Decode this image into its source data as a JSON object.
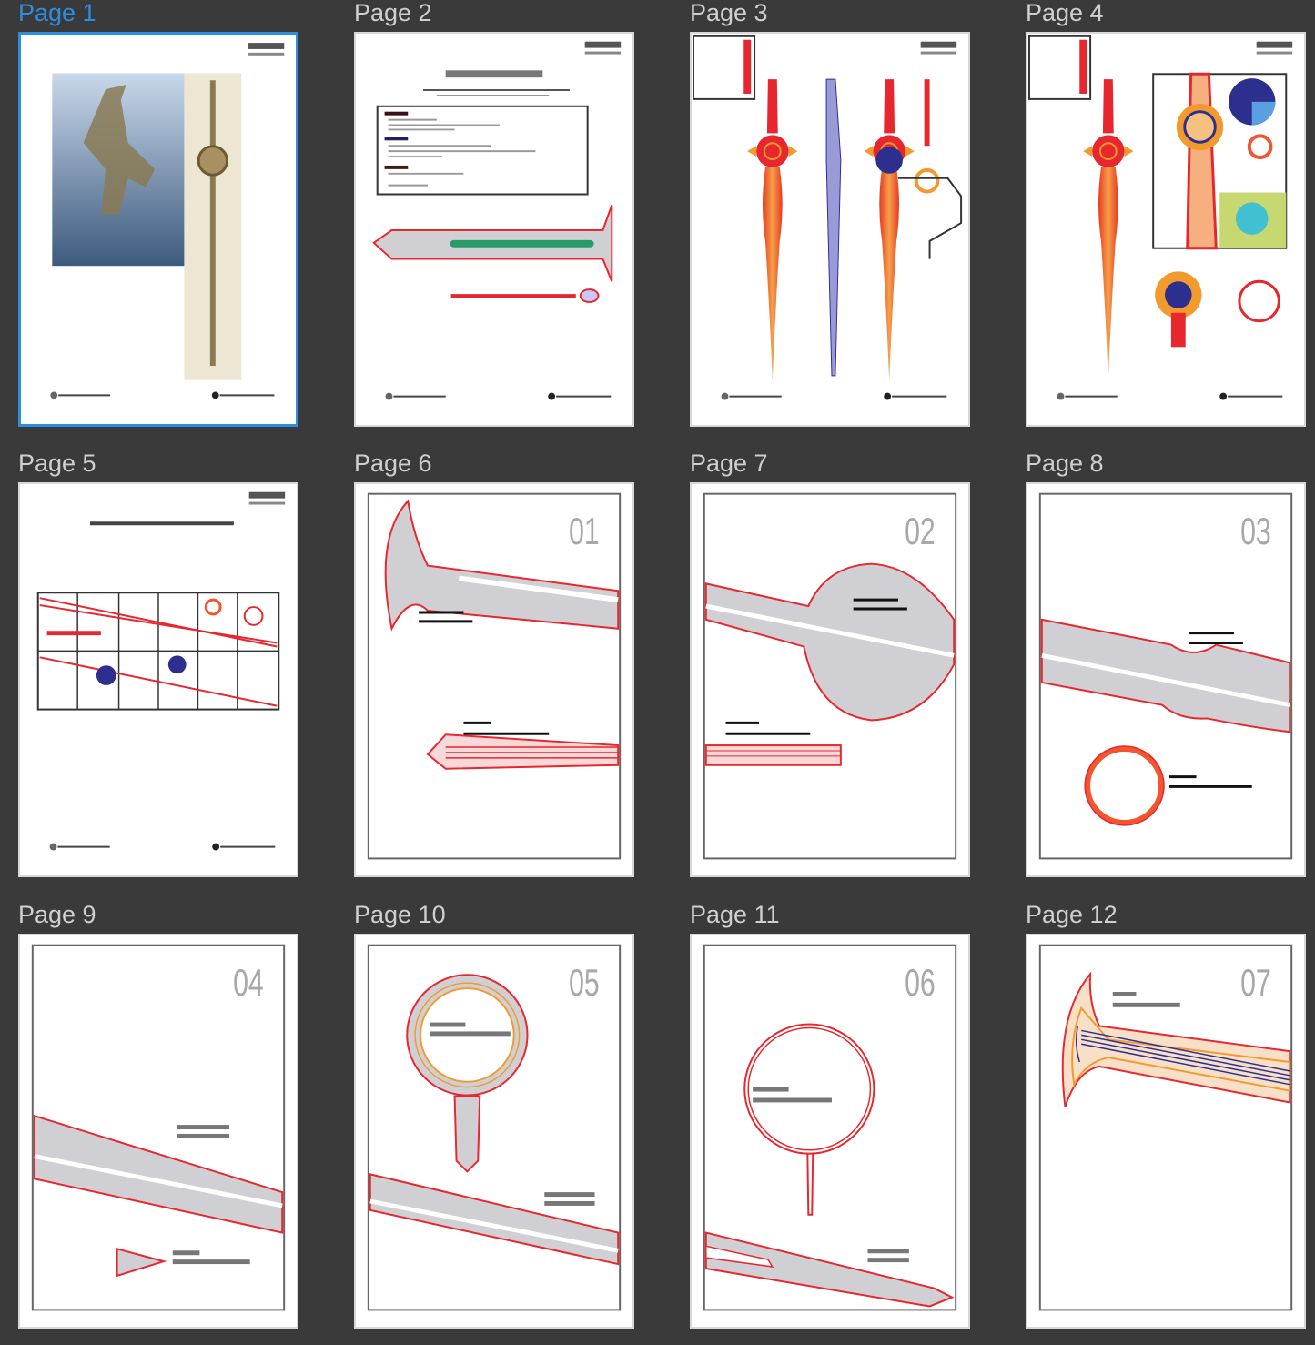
{
  "pages": [
    {
      "label": "Page 1",
      "selected": true
    },
    {
      "label": "Page 2"
    },
    {
      "label": "Page 3"
    },
    {
      "label": "Page 4"
    },
    {
      "label": "Page 5"
    },
    {
      "label": "Page 6",
      "number": "01"
    },
    {
      "label": "Page 7",
      "number": "02"
    },
    {
      "label": "Page 8",
      "number": "03"
    },
    {
      "label": "Page 9",
      "number": "04"
    },
    {
      "label": "Page 10",
      "number": "05"
    },
    {
      "label": "Page 11",
      "number": "06"
    },
    {
      "label": "Page 12",
      "number": "07"
    }
  ],
  "colors": {
    "selection": "#2b8ee0",
    "background": "#3a3a3a",
    "accent_red": "#e8262d",
    "accent_orange": "#f39a2e",
    "accent_navy": "#2d2f8f"
  }
}
